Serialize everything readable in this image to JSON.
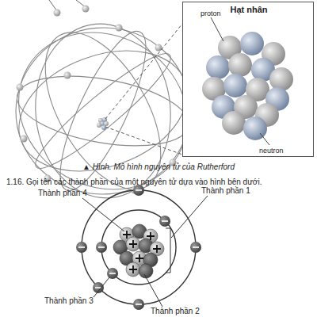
{
  "diagram": {
    "caption": "▲ Hình. Mô hình nguyên tử của Rutherford",
    "nodes": [
      {
        "text": [
          "Hạt nhân",
          "proton",
          "neutron"
        ]
      }
    ],
    "labels": [
      "1.16. Gọi tên các thành phần của một nguyên tử dựa vào hình bên dưới.",
      "Thành phần 4",
      "Thành phần 1",
      "Thành phần 3",
      "Thành phần 2"
    ]
  }
}
